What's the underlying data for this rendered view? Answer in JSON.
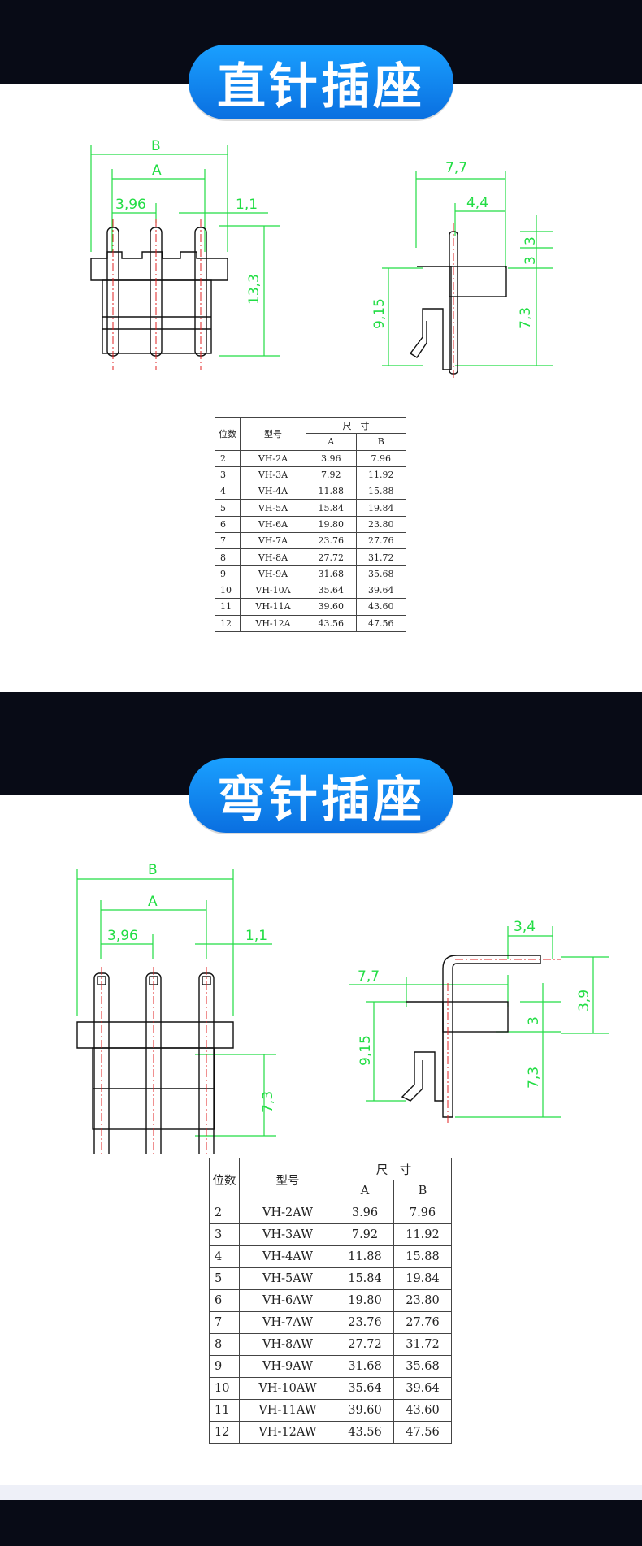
{
  "section1": {
    "title": "直针插座",
    "dims": {
      "B": "B",
      "A": "A",
      "pitch": "3,96",
      "offset": "1,1",
      "height": "13,3",
      "side_w": "7,7",
      "side_w2": "4,4",
      "side_h": "9,15",
      "d3a": "3",
      "d3b": "3",
      "d73": "7,3"
    },
    "table": {
      "head_pos": "位数",
      "head_model": "型号",
      "head_size": "尺　寸",
      "col_a": "A",
      "col_b": "B",
      "rows": [
        {
          "n": "2",
          "model": "VH-2A",
          "a": "3.96",
          "b": "7.96"
        },
        {
          "n": "3",
          "model": "VH-3A",
          "a": "7.92",
          "b": "11.92"
        },
        {
          "n": "4",
          "model": "VH-4A",
          "a": "11.88",
          "b": "15.88"
        },
        {
          "n": "5",
          "model": "VH-5A",
          "a": "15.84",
          "b": "19.84"
        },
        {
          "n": "6",
          "model": "VH-6A",
          "a": "19.80",
          "b": "23.80"
        },
        {
          "n": "7",
          "model": "VH-7A",
          "a": "23.76",
          "b": "27.76"
        },
        {
          "n": "8",
          "model": "VH-8A",
          "a": "27.72",
          "b": "31.72"
        },
        {
          "n": "9",
          "model": "VH-9A",
          "a": "31.68",
          "b": "35.68"
        },
        {
          "n": "10",
          "model": "VH-10A",
          "a": "35.64",
          "b": "39.64"
        },
        {
          "n": "11",
          "model": "VH-11A",
          "a": "39.60",
          "b": "43.60"
        },
        {
          "n": "12",
          "model": "VH-12A",
          "a": "43.56",
          "b": "47.56"
        }
      ]
    }
  },
  "section2": {
    "title": "弯针插座",
    "dims": {
      "B": "B",
      "A": "A",
      "pitch": "3,96",
      "offset": "1,1",
      "height": "7,3",
      "side_w": "7,7",
      "side_top": "3,4",
      "side_h": "9,15",
      "d3": "3",
      "d73": "7,3",
      "d39": "3,9"
    },
    "table": {
      "head_pos": "位数",
      "head_model": "型号",
      "head_size": "尺　寸",
      "col_a": "A",
      "col_b": "B",
      "rows": [
        {
          "n": "2",
          "model": "VH-2AW",
          "a": "3.96",
          "b": "7.96"
        },
        {
          "n": "3",
          "model": "VH-3AW",
          "a": "7.92",
          "b": "11.92"
        },
        {
          "n": "4",
          "model": "VH-4AW",
          "a": "11.88",
          "b": "15.88"
        },
        {
          "n": "5",
          "model": "VH-5AW",
          "a": "15.84",
          "b": "19.84"
        },
        {
          "n": "6",
          "model": "VH-6AW",
          "a": "19.80",
          "b": "23.80"
        },
        {
          "n": "7",
          "model": "VH-7AW",
          "a": "23.76",
          "b": "27.76"
        },
        {
          "n": "8",
          "model": "VH-8AW",
          "a": "27.72",
          "b": "31.72"
        },
        {
          "n": "9",
          "model": "VH-9AW",
          "a": "31.68",
          "b": "35.68"
        },
        {
          "n": "10",
          "model": "VH-10AW",
          "a": "35.64",
          "b": "39.64"
        },
        {
          "n": "11",
          "model": "VH-11AW",
          "a": "39.60",
          "b": "43.60"
        },
        {
          "n": "12",
          "model": "VH-12AW",
          "a": "43.56",
          "b": "47.56"
        }
      ]
    }
  },
  "colors": {
    "dimension": "#22dd44",
    "centerline": "#e02020",
    "outline": "#111111",
    "pill": "#0a7fe8",
    "dark": "#080b16"
  }
}
